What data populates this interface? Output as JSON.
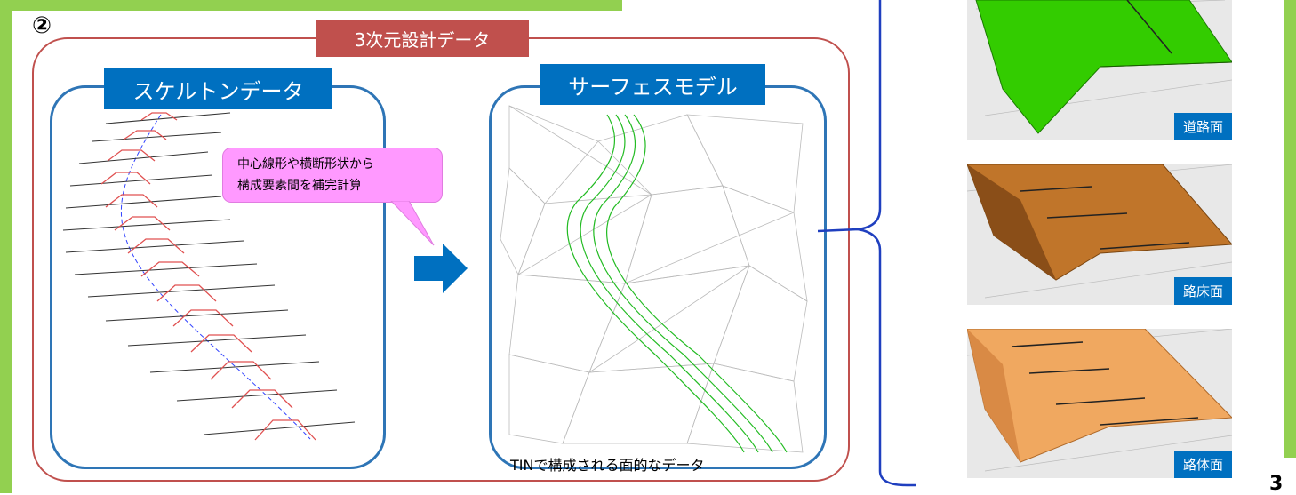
{
  "step_number": "②",
  "group_tag": "3次元設計データ",
  "left_panel": {
    "title": "スケルトンデータ"
  },
  "callout": {
    "line1": "中心線形や横断形状から",
    "line2": "構成要素間を補完計算"
  },
  "right_panel": {
    "title": "サーフェスモデル"
  },
  "caption": "TINで構成される面的なデータ",
  "surfaces": [
    {
      "label": "道路面",
      "color": "#33cc00"
    },
    {
      "label": "路床面",
      "color": "#c0752a"
    },
    {
      "label": "路体面",
      "color": "#f0a860"
    }
  ],
  "page_number": "3",
  "colors": {
    "accent_green": "#92d050",
    "red": "#c0504d",
    "blue": "#0070c0",
    "callout_pink": "#ff99ff"
  }
}
